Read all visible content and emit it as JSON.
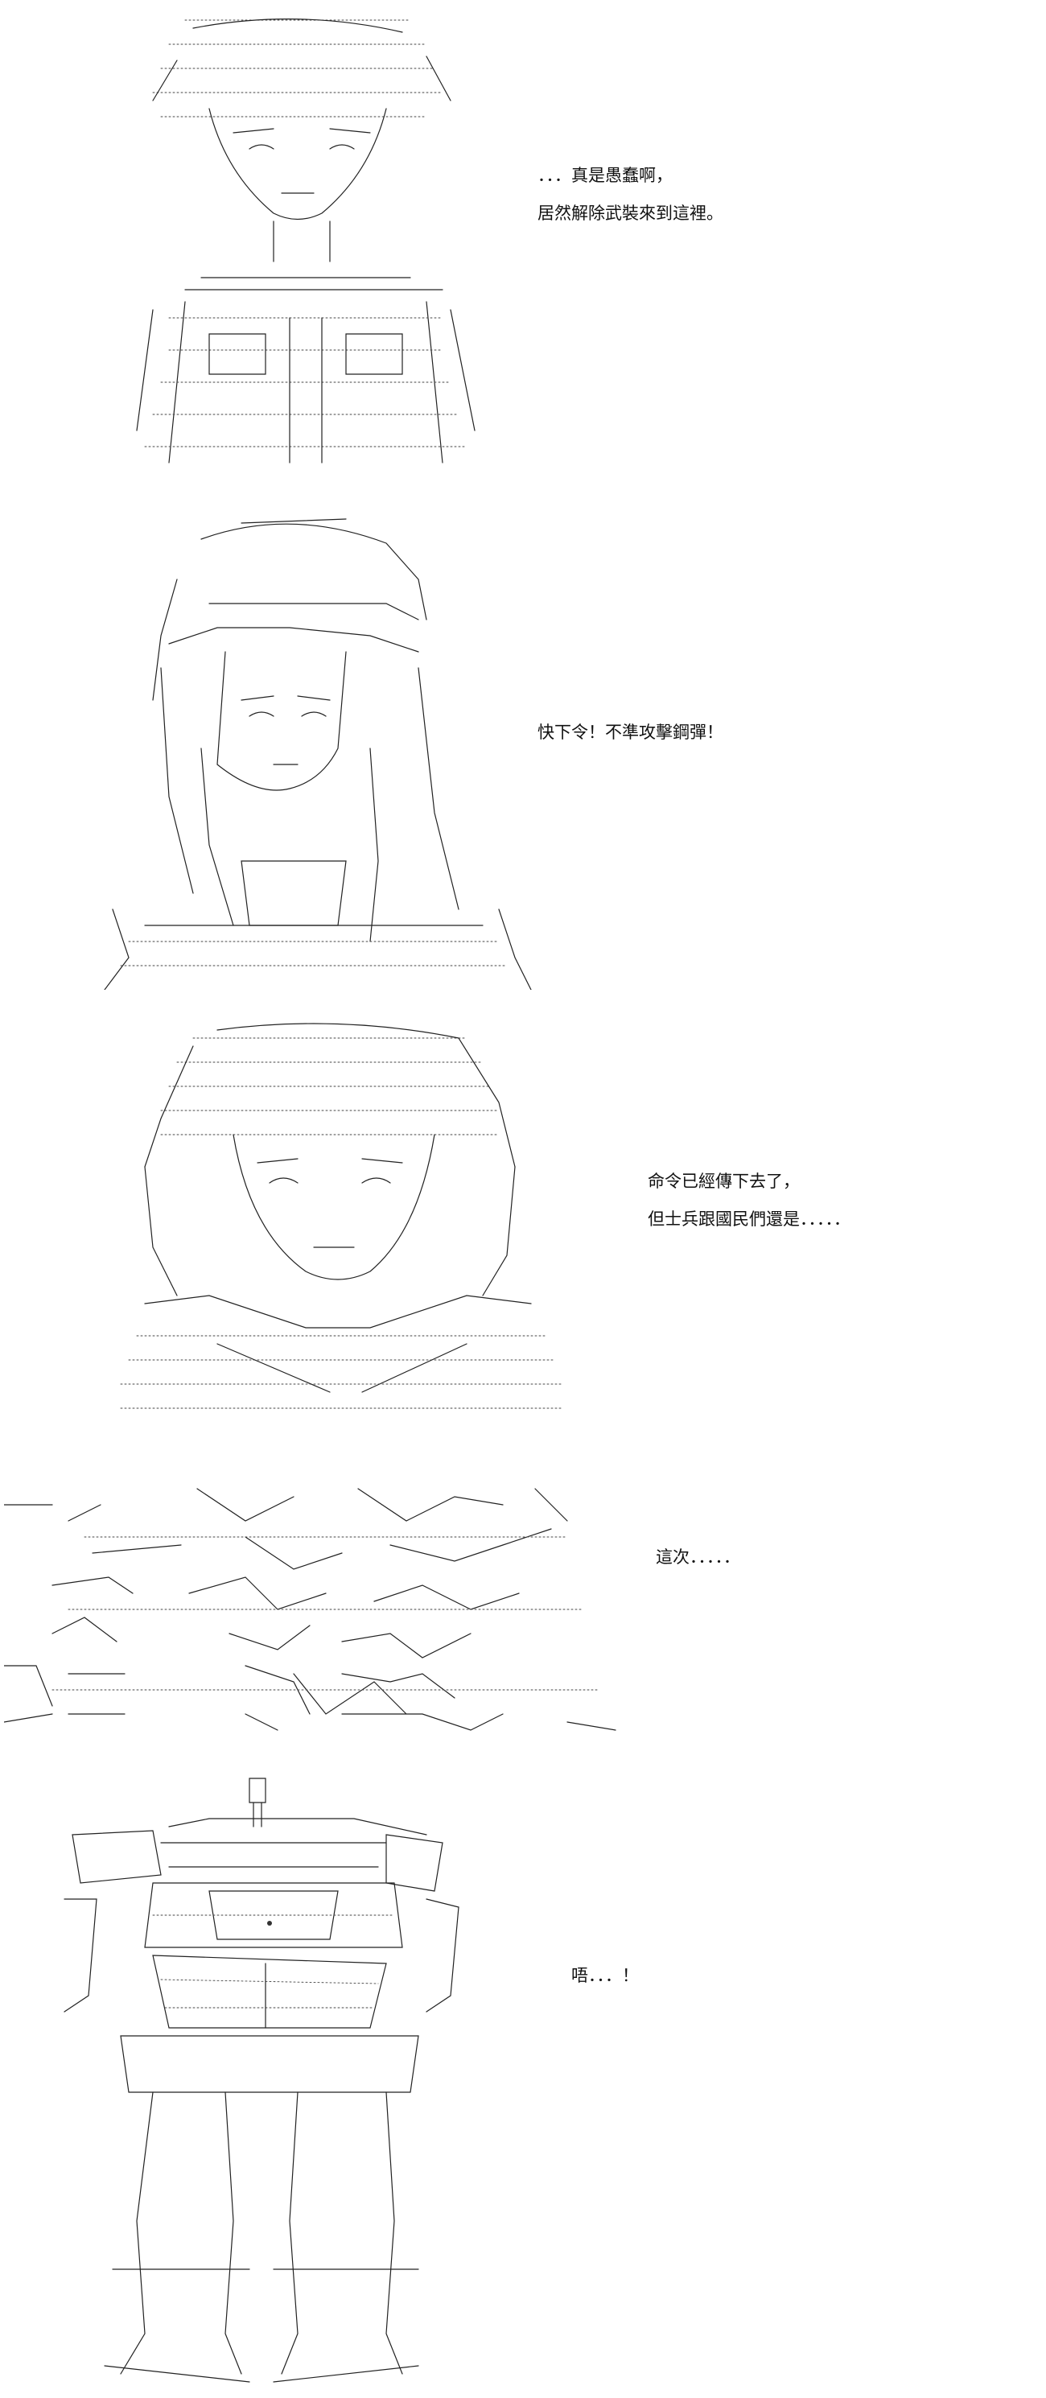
{
  "panels": [
    {
      "id": "panel-1",
      "lines": [
        "．．．真是愚蠢啊，",
        "居然解除武裝來到這裡。"
      ]
    },
    {
      "id": "panel-2",
      "lines": [
        "快下令！不準攻擊鋼彈！"
      ]
    },
    {
      "id": "panel-3",
      "lines": [
        "命令已經傳下去了，",
        "但士兵跟國民們還是．．．．．"
      ]
    },
    {
      "id": "panel-4",
      "lines": [
        "這次．．．．．"
      ]
    },
    {
      "id": "panel-5",
      "lines": [
        "唔．．．！"
      ]
    }
  ]
}
